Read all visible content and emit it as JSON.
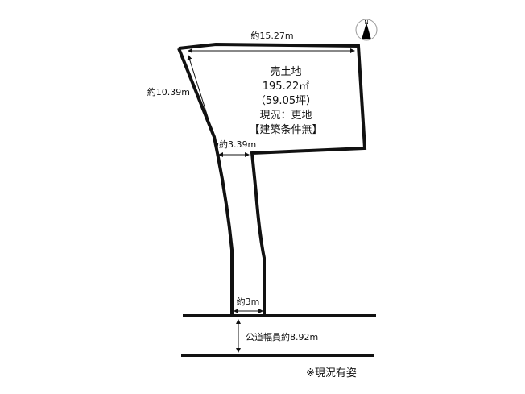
{
  "compass": {
    "label": "N",
    "icon": "north-arrow-icon"
  },
  "plot": {
    "status": "売土地",
    "area_sqm": "195.22㎡",
    "area_tsubo": "（59.05坪）",
    "condition": "現況：更地",
    "note": "【建築条件無】"
  },
  "dimensions": {
    "top": "約15.27m",
    "left": "約10.39m",
    "pole_top": "約3.39m",
    "pole_bottom": "約3m",
    "road": "公道幅員約8.92m"
  },
  "footnote": "※現況有姿",
  "colors": {
    "line": "#111111",
    "background": "#ffffff"
  }
}
